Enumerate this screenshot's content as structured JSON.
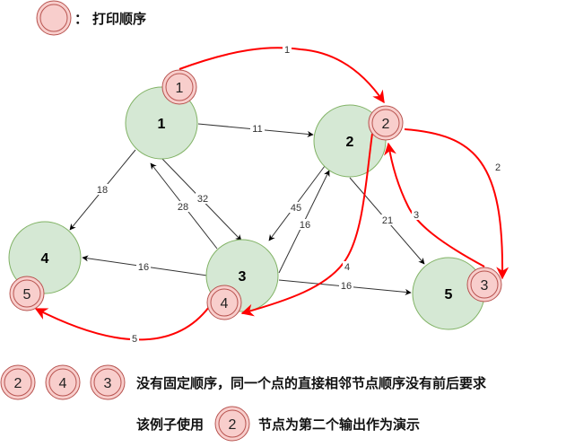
{
  "legend": {
    "colon": "：",
    "title": "打印顺序"
  },
  "nodes": [
    {
      "id": "1",
      "label": "1"
    },
    {
      "id": "2",
      "label": "2"
    },
    {
      "id": "3",
      "label": "3"
    },
    {
      "id": "4",
      "label": "4"
    },
    {
      "id": "5",
      "label": "5"
    }
  ],
  "order_markers": [
    {
      "node": "1",
      "label": "1"
    },
    {
      "node": "2",
      "label": "2"
    },
    {
      "node": "3",
      "label": "4"
    },
    {
      "node": "4",
      "label": "5"
    },
    {
      "node": "5",
      "label": "3"
    }
  ],
  "edges": [
    {
      "from": "1",
      "to": "2",
      "weight": "11"
    },
    {
      "from": "1",
      "to": "4",
      "weight": "18"
    },
    {
      "from": "1",
      "to": "3",
      "weight": "32"
    },
    {
      "from": "3",
      "to": "1",
      "weight": "28"
    },
    {
      "from": "2",
      "to": "3",
      "weight": "45"
    },
    {
      "from": "3",
      "to": "2",
      "weight": "16"
    },
    {
      "from": "2",
      "to": "5",
      "weight": "21"
    },
    {
      "from": "3",
      "to": "4",
      "weight": "16"
    },
    {
      "from": "3",
      "to": "5",
      "weight": "16"
    }
  ],
  "traversal": [
    {
      "step": "1"
    },
    {
      "step": "2"
    },
    {
      "step": "3"
    },
    {
      "step": "4"
    },
    {
      "step": "5"
    }
  ],
  "notes": {
    "line1_markers": [
      "2",
      "4",
      "3"
    ],
    "line1_text": "没有固定顺序，同一个点的直接相邻节点顺序没有前后要求",
    "line2_prefix": "该例子使用",
    "line2_marker": "2",
    "line2_suffix": "节点为第二个输出作为演示"
  },
  "colors": {
    "node_fill": "#d5e8d4",
    "node_stroke": "#82b366",
    "marker_fill": "#f8cecc",
    "marker_stroke": "#b85450",
    "traversal": "#ff0000",
    "edge": "#333333"
  }
}
